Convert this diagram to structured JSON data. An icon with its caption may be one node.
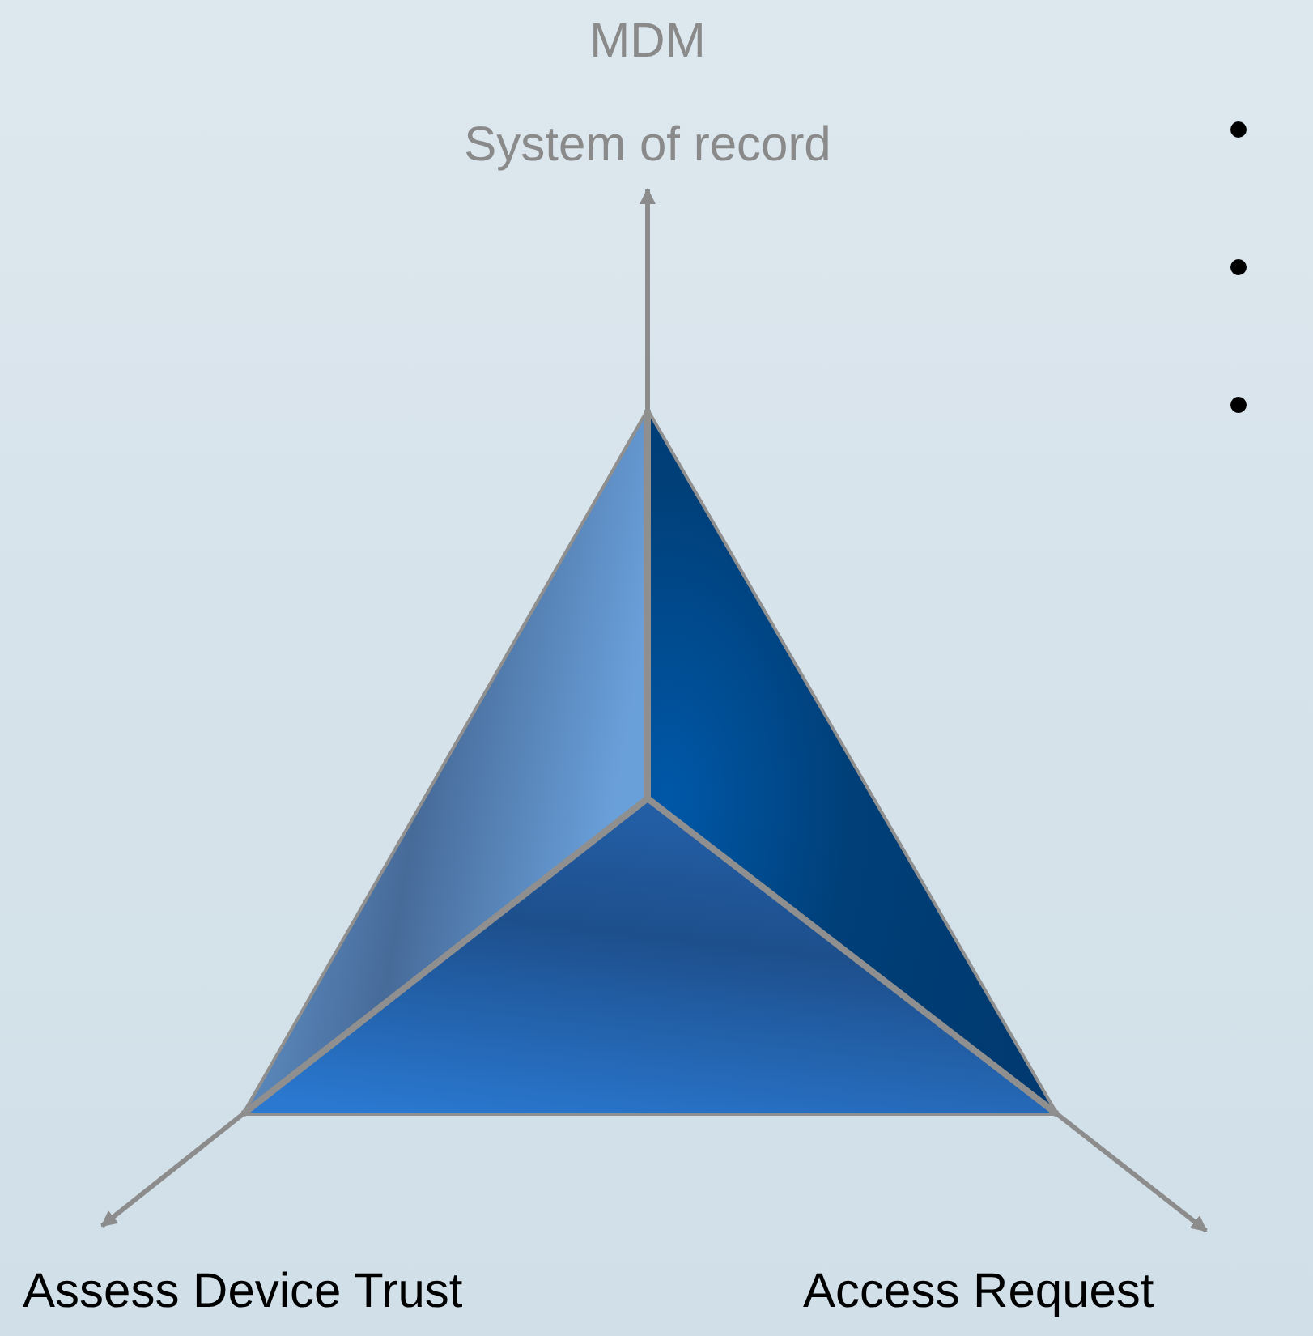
{
  "diagram": {
    "nodes": [
      {
        "text": [],
        "shape": "picture"
      },
      {
        "text": [
          "MDM",
          "System of record"
        ]
      },
      {
        "text": [
          "Assess Device Trust"
        ]
      },
      {
        "text": [
          "Access Request"
        ]
      }
    ],
    "edges": [
      {
        "from": 0,
        "to": 1,
        "arrow": "to"
      },
      {
        "from": 0,
        "to": 2,
        "arrow": "to"
      },
      {
        "from": 0,
        "to": 3,
        "arrow": "to"
      }
    ]
  }
}
